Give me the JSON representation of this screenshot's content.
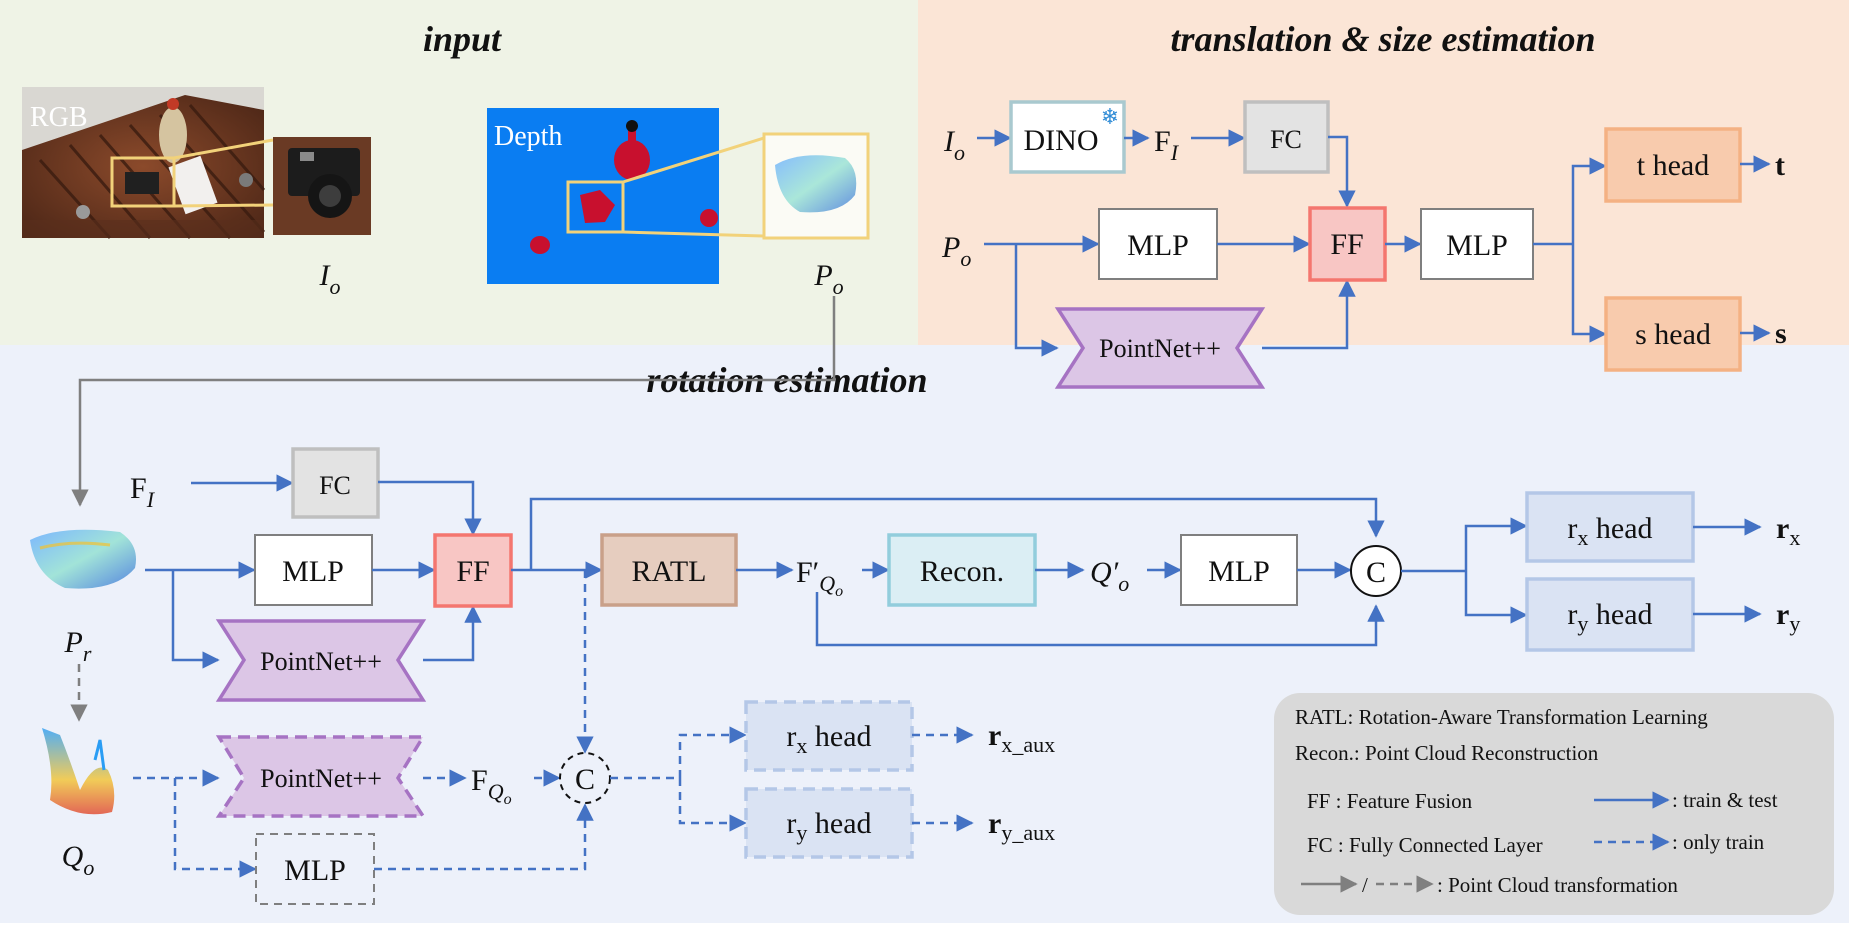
{
  "sections": {
    "input": "input",
    "translation": "translation & size estimation",
    "rotation": "rotation estimation"
  },
  "input_panel": {
    "rgb_label": "RGB",
    "depth_label": "Depth",
    "io_symbol": "I",
    "io_sub": "o",
    "po_symbol": "P",
    "po_sub": "o"
  },
  "translation_branch": {
    "input_io": "I",
    "input_io_sub": "o",
    "input_po": "P",
    "input_po_sub": "o",
    "dino": "DINO",
    "snowflake": "❄",
    "fi_symbol": "F",
    "fi_sub": "I",
    "fc": "FC",
    "mlp1": "MLP",
    "pointnet": "PointNet++",
    "ff": "FF",
    "mlp2": "MLP",
    "t_head": "t head",
    "s_head": "s head",
    "t_out": "t",
    "s_out": "s"
  },
  "rotation_branch": {
    "fi_symbol": "F",
    "fi_sub": "I",
    "fc": "FC",
    "mlp": "MLP",
    "pointnet": "PointNet++",
    "ff": "FF",
    "pr_symbol": "P",
    "pr_sub": "r",
    "ratl": "RATL",
    "fq_prime": "F′",
    "fq_sub": "Q",
    "fq_subsub": "o",
    "recon": "Recon.",
    "q_prime": "Q′",
    "q_prime_sub": "o",
    "mlp2": "MLP",
    "concat": "C",
    "rx_head_r": "r",
    "rx_head_sub": "x",
    "rx_head_rest": " head",
    "ry_head_r": "r",
    "ry_head_sub": "y",
    "ry_head_rest": " head",
    "rx_out": "r",
    "rx_out_sub": "x",
    "ry_out": "r",
    "ry_out_sub": "y",
    "qo_symbol": "Q",
    "qo_sub": "o",
    "aux_pointnet": "PointNet++",
    "aux_mlp": "MLP",
    "fqo_symbol": "F",
    "fqo_sub": "Q",
    "fqo_subsub": "o",
    "aux_concat": "C",
    "aux_rx_head_r": "r",
    "aux_rx_head_sub": "x",
    "aux_rx_head_rest": " head",
    "aux_ry_head_r": "r",
    "aux_ry_head_sub": "y",
    "aux_ry_head_rest": " head",
    "aux_rx_out": "r",
    "aux_rx_out_sub": "x_aux",
    "aux_ry_out": "r",
    "aux_ry_out_sub": "y_aux"
  },
  "legend": {
    "ratl": "RATL: Rotation-Aware Transformation  Learning",
    "recon": "Recon.: Point Cloud Reconstruction",
    "ff": "FF : Feature Fusion",
    "fc": "FC : Fully Connected Layer",
    "train_test": ": train & test",
    "only_train": ": only train",
    "pc_transform": ": Point Cloud transformation",
    "slash": "/"
  },
  "colors": {
    "input_bg": "#eff3e6",
    "translation_bg": "#fbe5d6",
    "rotation_bg": "#edf1fa",
    "arrow": "#4472c4",
    "gray_arrow": "#7f7f7f",
    "ff_fill": "#f8c6c4",
    "ff_stroke": "#f4766f",
    "fc_fill": "#e3e3e3",
    "fc_stroke": "#bfbfbf",
    "dino_fill": "#ffffff",
    "dino_stroke": "#a9c9cf",
    "head_fill": "#f8cbad",
    "head_stroke": "#f4b183",
    "rhead_fill": "#dae3f3",
    "rhead_stroke": "#b4c7e7",
    "pointnet_fill": "#dcc6e6",
    "pointnet_stroke": "#a673c3",
    "ratl_fill": "#e6cdbf",
    "ratl_stroke": "#c9a089",
    "recon_fill": "#dbeef4",
    "recon_stroke": "#92cddc",
    "depth_blue": "#0a7df2",
    "legend_bg": "#d9d9d9"
  }
}
